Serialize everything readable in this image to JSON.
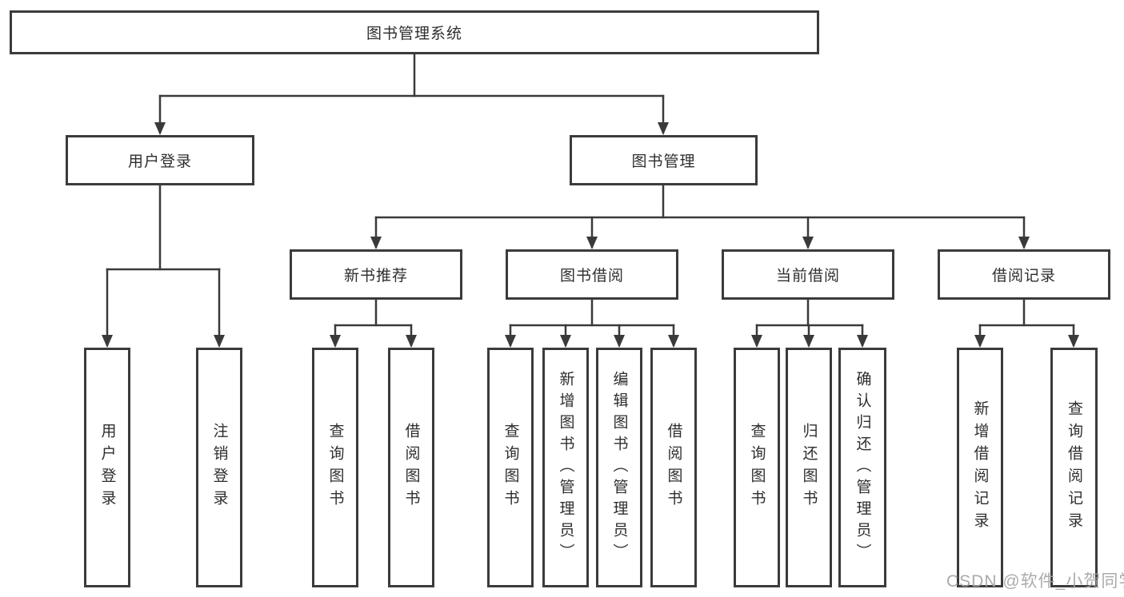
{
  "diagram": {
    "title": "图书管理系统",
    "colors": {
      "line": "#3a3a3a",
      "box_border": "#3b3b3b",
      "text": "#2e2e2e",
      "background": "#ffffff",
      "watermark": "#a4a4a4"
    },
    "branches": [
      {
        "label": "用户登录",
        "children": [
          "用户登录",
          "注销登录"
        ]
      },
      {
        "label": "图书管理",
        "groups": [
          {
            "label": "新书推荐",
            "children": [
              "查询图书",
              "借阅图书"
            ]
          },
          {
            "label": "图书借阅",
            "children": [
              "查询图书",
              "新增图书（管理员）",
              "编辑图书（管理员）",
              "借阅图书"
            ]
          },
          {
            "label": "当前借阅",
            "children": [
              "查询图书",
              "归还图书",
              "确认归还（管理员）"
            ]
          },
          {
            "label": "借阅记录",
            "children": [
              "新增借阅记录",
              "查询借阅记录"
            ]
          }
        ]
      }
    ]
  },
  "watermark": {
    "text": "CSDN @软件_小贺同学"
  }
}
